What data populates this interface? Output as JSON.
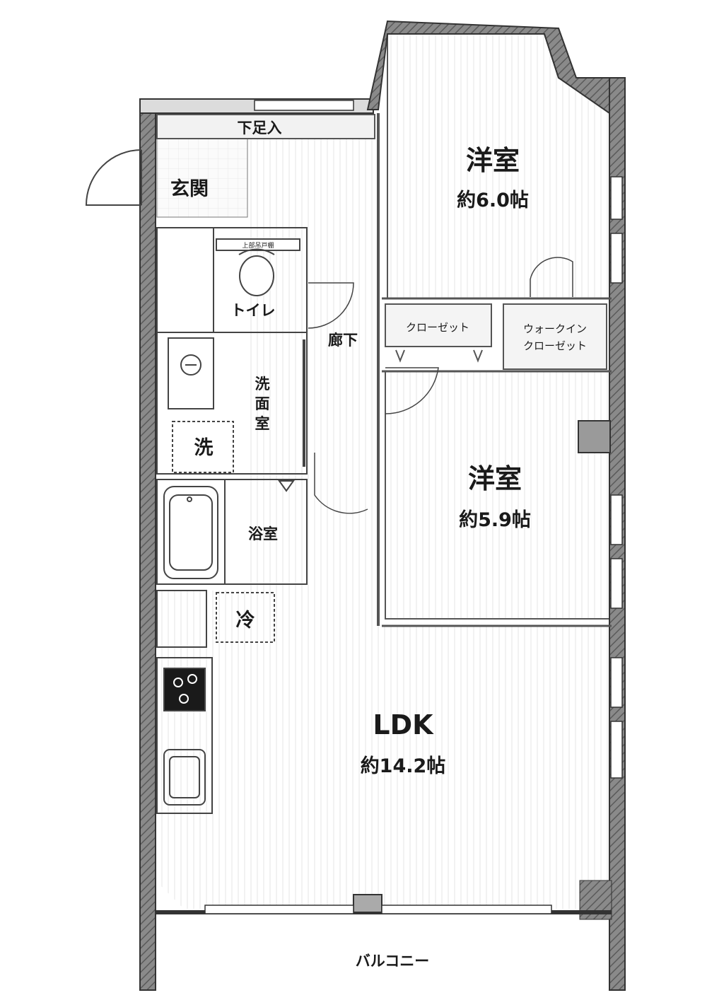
{
  "rooms": {
    "entrance_storage": "下足入",
    "entrance": "玄関",
    "western_room_1": {
      "name": "洋室",
      "size": "約6.0帖"
    },
    "toilet": "トイレ",
    "toilet_shelf": "上部吊戸棚",
    "corridor": "廊下",
    "closet": "クローゼット",
    "walk_in_closet_line1": "ウォークイン",
    "walk_in_closet_line2": "クローゼット",
    "washroom_chars": [
      "洗",
      "面",
      "室"
    ],
    "washer": "洗",
    "western_room_2": {
      "name": "洋室",
      "size": "約5.9帖"
    },
    "bathroom": "浴室",
    "fridge": "冷",
    "ldk": {
      "name": "LDK",
      "size": "約14.2帖"
    },
    "balcony": "バルコニー"
  }
}
